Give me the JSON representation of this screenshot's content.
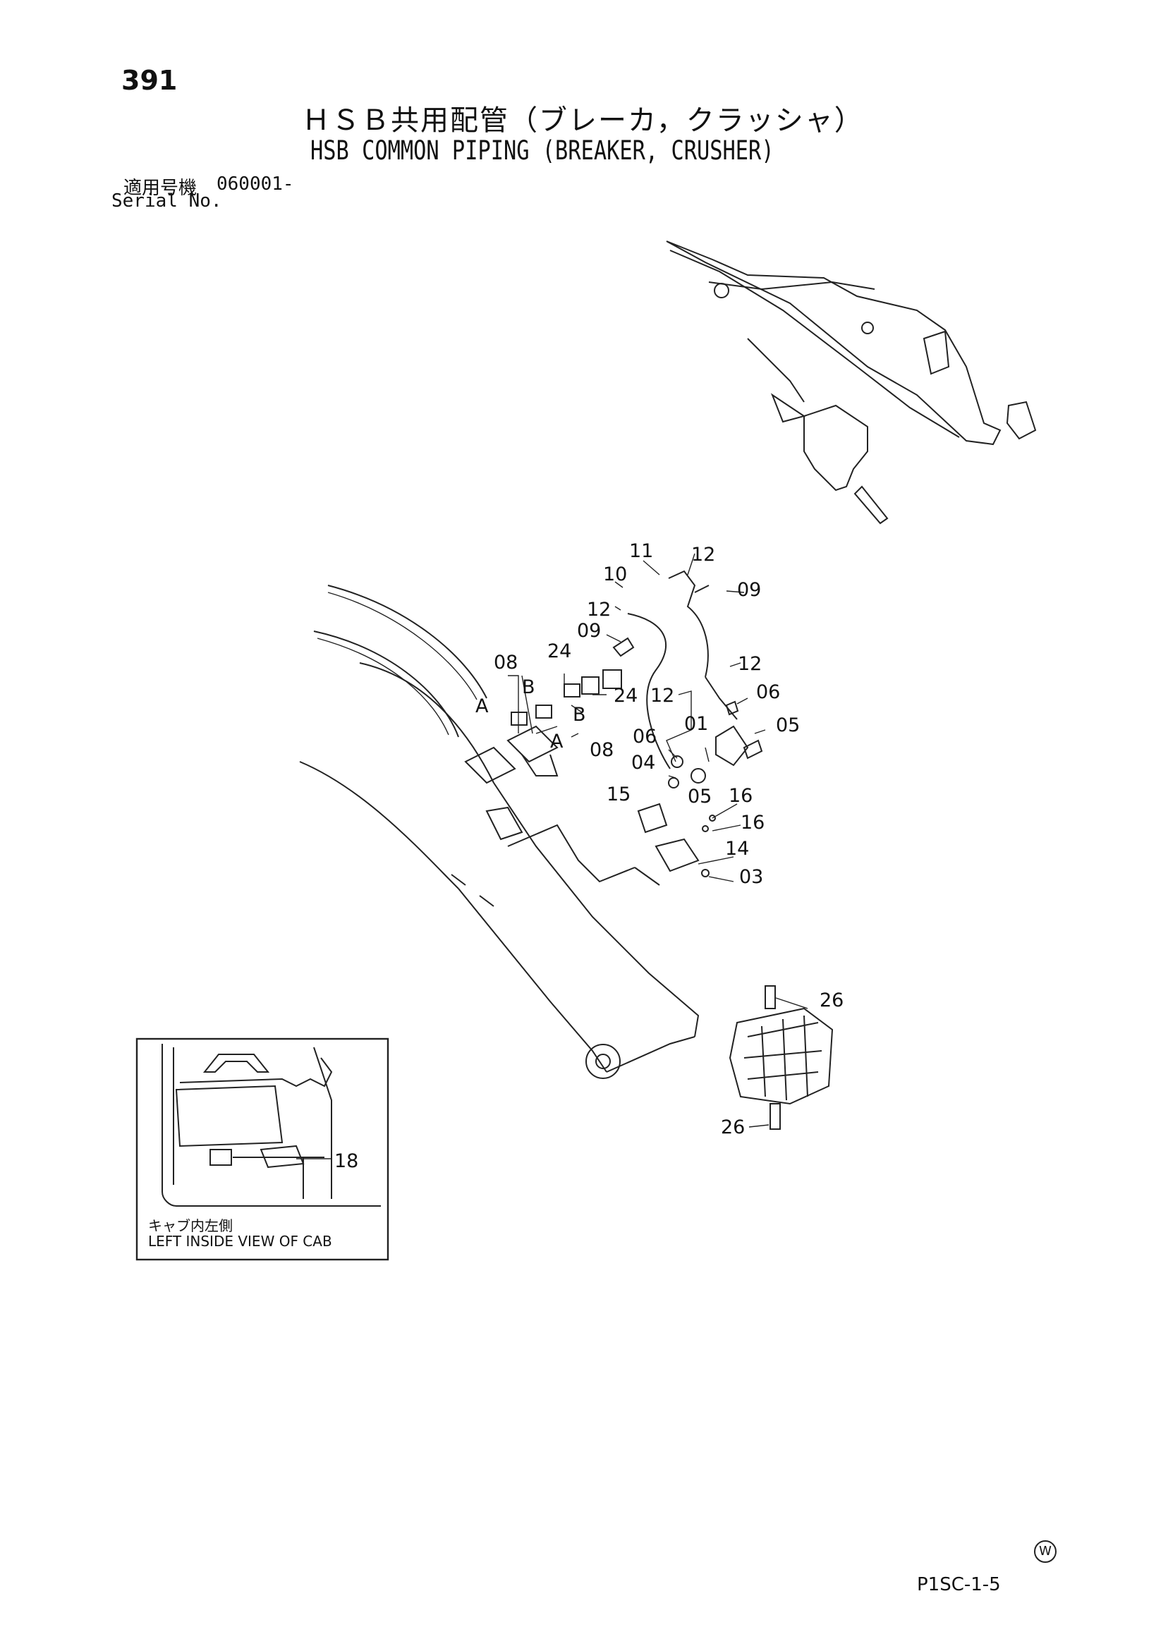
{
  "header": {
    "page_number": "391",
    "title_jp": "ＨＳＢ共用配管（ブレーカ，クラッシャ）",
    "title_en": "HSB COMMON PIPING (BREAKER, CRUSHER)",
    "serial_label_jp": "適用号機",
    "serial_value": "060001-",
    "serial_label_en": "Serial No."
  },
  "callouts": {
    "c01": "01",
    "c03": "03",
    "c04": "04",
    "c05a": "05",
    "c05b": "05",
    "c06a": "06",
    "c06b": "06",
    "c08a": "08",
    "c08b": "08",
    "c09a": "09",
    "c09b": "09",
    "c10": "10",
    "c11": "11",
    "c12a": "12",
    "c12b": "12",
    "c12c": "12",
    "c12d": "12",
    "c14": "14",
    "c15": "15",
    "c16a": "16",
    "c16b": "16",
    "c24a": "24",
    "c24b": "24",
    "c26a": "26",
    "c26b": "26",
    "c18": "18",
    "letter_a1": "A",
    "letter_a2": "A",
    "letter_b1": "B",
    "letter_b2": "B"
  },
  "inset": {
    "label_jp": "キャブ内左側",
    "label_en": "LEFT INSIDE VIEW OF CAB"
  },
  "footer": {
    "ref_code": "P1SC-1-5",
    "w_mark": "W"
  }
}
